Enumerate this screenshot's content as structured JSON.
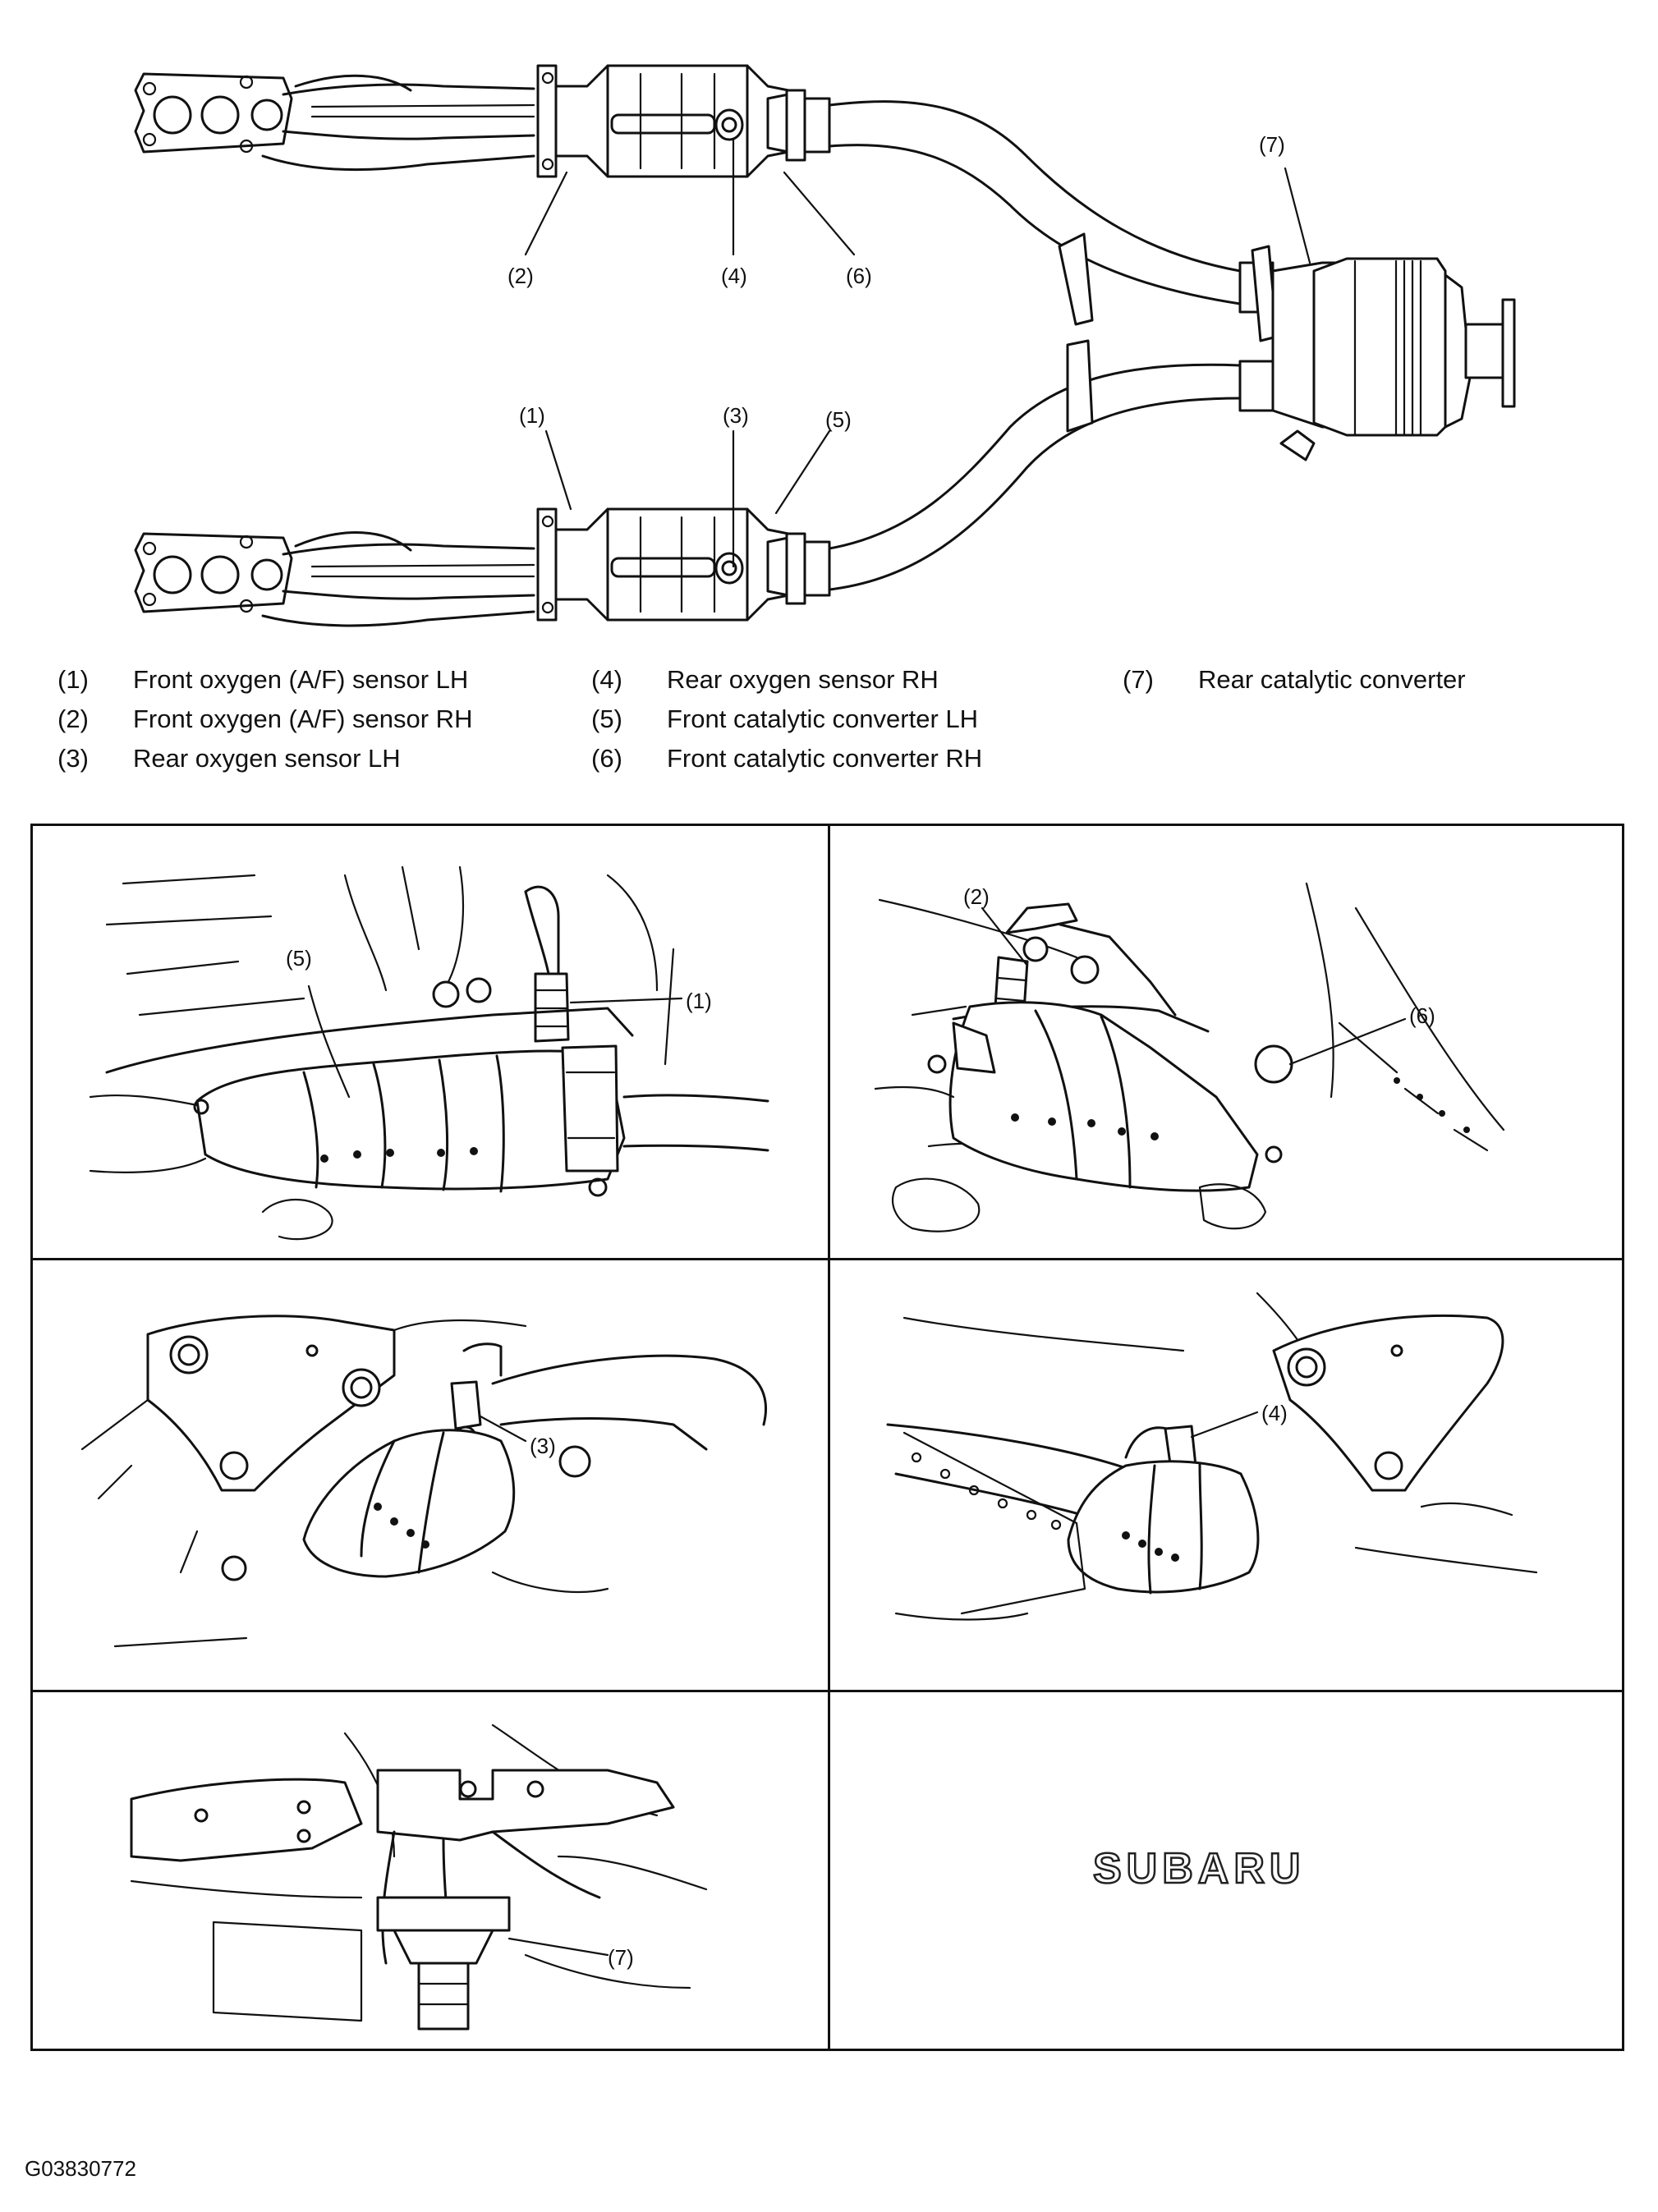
{
  "callouts": {
    "c1": "(1)",
    "c2": "(2)",
    "c3": "(3)",
    "c4": "(4)",
    "c5": "(5)",
    "c6": "(6)",
    "c7": "(7)"
  },
  "legend": [
    {
      "num": "(1)",
      "text": "Front oxygen (A/F) sensor LH"
    },
    {
      "num": "(2)",
      "text": "Front oxygen (A/F) sensor RH"
    },
    {
      "num": "(3)",
      "text": "Rear oxygen sensor LH"
    },
    {
      "num": "(4)",
      "text": "Rear oxygen sensor RH"
    },
    {
      "num": "(5)",
      "text": "Front catalytic converter LH"
    },
    {
      "num": "(6)",
      "text": "Front catalytic converter RH"
    },
    {
      "num": "(7)",
      "text": "Rear catalytic converter"
    }
  ],
  "logo_text": "SUBARU",
  "figure_code": "G03830772"
}
